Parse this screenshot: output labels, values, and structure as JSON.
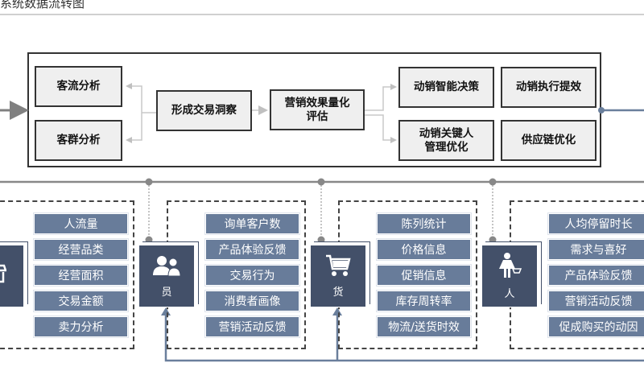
{
  "title": "系统数据流转图",
  "top": {
    "left_col": [
      "客流分析",
      "客群分析"
    ],
    "insight": "形成交易洞察",
    "evaluate": "营销效果量化评估",
    "right_grid": [
      "动销智能决策",
      "动销执行提效",
      "动销关键人管理优化",
      "供应链优化"
    ]
  },
  "groups": [
    {
      "icon": "store-icon",
      "label": "",
      "items": [
        "人流量",
        "经营品类",
        "经营面积",
        "交易金额",
        "卖力分析"
      ]
    },
    {
      "icon": "people-icon",
      "label": "员",
      "items": [
        "询单客户数",
        "产品体验反馈",
        "交易行为",
        "消费者画像",
        "营销活动反馈"
      ]
    },
    {
      "icon": "cart-icon",
      "label": "货",
      "items": [
        "陈列统计",
        "价格信息",
        "促销信息",
        "库存周转率",
        "物流/送货时效"
      ]
    },
    {
      "icon": "shopper-icon",
      "label": "人",
      "items": [
        "人均停留时长",
        "需求与喜好",
        "产品体验反馈",
        "营销活动反馈",
        "促成购买的动因"
      ]
    }
  ],
  "colors": {
    "item": "#687c9a",
    "card": "#435069",
    "flow_blue": "#6a7f9c",
    "flow_gray": "#808080"
  }
}
